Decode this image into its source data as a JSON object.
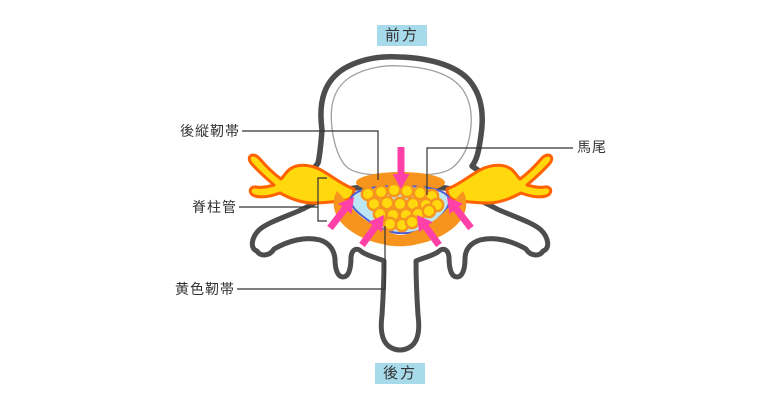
{
  "direction_labels": {
    "front": "前方",
    "back": "後方"
  },
  "part_labels": {
    "posterior_longitudinal_ligament": "後縦靭帯",
    "spinal_canal": "脊柱管",
    "yellow_ligament": "黄色靭帯",
    "cauda_equina": "馬尾"
  },
  "colors": {
    "direction_label_bg": "#a7daea",
    "bone_outline": "#4d4d4d",
    "bone_fill": "#ffffff",
    "bone_inner_line": "#a0a0a0",
    "nerve_yellow": "#ffd80e",
    "nerve_outline_orange": "#ff6200",
    "ligament_orange": "#f7941d",
    "dural_sac_fill": "#bce6f2",
    "dural_sac_outline": "#4c5bd4",
    "nerve_bundle_fill": "#ffd80e",
    "nerve_bundle_outline": "#f7941e",
    "arrow_pink": "#ff40a6",
    "leader_line": "#333333",
    "label_text": "#333333"
  }
}
